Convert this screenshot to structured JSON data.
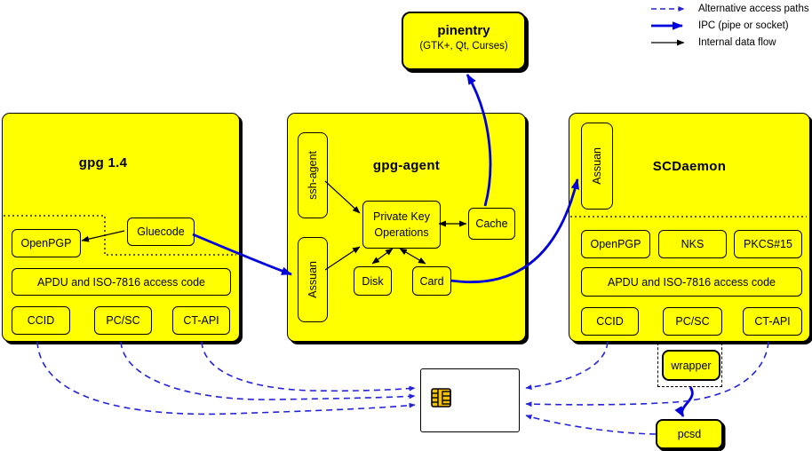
{
  "legend": {
    "alt_label": "Alternative access paths",
    "ipc_label": "IPC (pipe or socket)",
    "internal_label": "Internal data flow"
  },
  "pinentry": {
    "title": "pinentry",
    "subtitle": "(GTK+, Qt, Curses)"
  },
  "gpg14": {
    "title": "gpg 1.4",
    "openpgp": "OpenPGP",
    "gluecode": "Gluecode",
    "apdu": "APDU and ISO-7816 access code",
    "ccid": "CCID",
    "pcsc": "PC/SC",
    "ctapi": "CT-API"
  },
  "gpgagent": {
    "title": "gpg-agent",
    "ssh_agent": "ssh-agent",
    "assuan": "Assuan",
    "pko_line1": "Private Key",
    "pko_line2": "Operations",
    "cache": "Cache",
    "disk": "Disk",
    "card": "Card"
  },
  "scdaemon": {
    "title": "SCDaemon",
    "assuan": "Assuan",
    "openpgp": "OpenPGP",
    "nks": "NKS",
    "pkcs15": "PKCS#15",
    "apdu": "APDU and ISO-7816 access code",
    "ccid": "CCID",
    "pcsc": "PC/SC",
    "ctapi": "CT-API"
  },
  "bottom": {
    "wrapper": "wrapper",
    "pcsd": "pcsd"
  },
  "colors": {
    "box_fill": "#ffff00",
    "ipc_blue": "#0000dd",
    "alt_blue": "#2222dd",
    "internal_black": "#000000",
    "chip_gold": "#f2c200",
    "card_white": "#ffffff"
  }
}
